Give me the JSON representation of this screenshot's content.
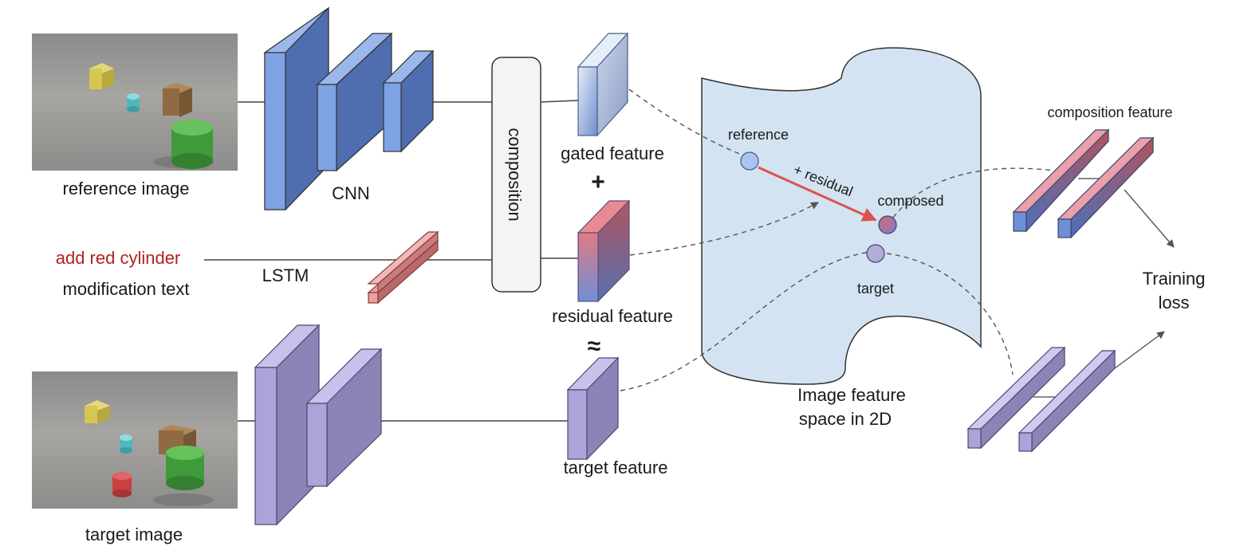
{
  "labels": {
    "reference_image": "reference image",
    "target_image": "target image",
    "cnn": "CNN",
    "lstm": "LSTM",
    "modification_query": "add red cylinder",
    "modification_caption": "modification text",
    "composition": "composition",
    "gated_feature": "gated feature",
    "plus": "+",
    "residual_feature": "residual feature",
    "approx": "≈",
    "target_feature": "target feature",
    "space_line1": "Image feature",
    "space_line2": "space in 2D",
    "point_reference": "reference",
    "point_composed": "composed",
    "point_target": "target",
    "residual_arrow": "+ residual",
    "composition_feature": "composition feature",
    "training_loss_line1": "Training",
    "training_loss_line2": "loss"
  },
  "colors": {
    "cnn_blue": "#5b82c9",
    "cnn_blue_light": "#8aacea",
    "purple": "#9a94c4",
    "purple_light": "#bbb6e0",
    "pink": "#e8a0a0",
    "space_fill": "#d3e3f1",
    "red_arrow": "#d9534f",
    "modification_red": "#b22222"
  }
}
